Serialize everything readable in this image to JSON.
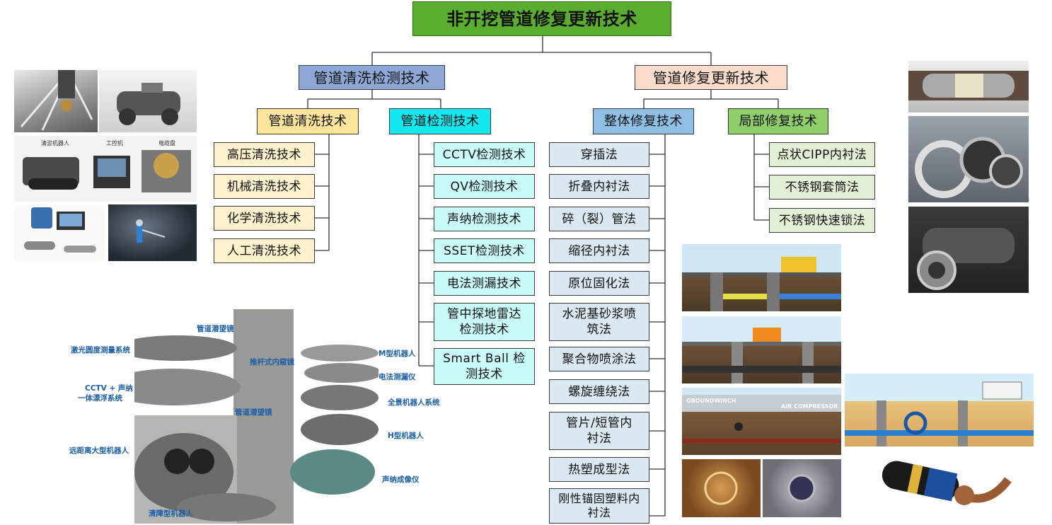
{
  "title": "非开挖管道修复更新技术",
  "branches": {
    "clean_detect": {
      "label": "管道清洗检测技术",
      "cleaning": {
        "label": "管道清洗技术",
        "items": [
          "高压清洗技术",
          "机械清洗技术",
          "化学清洗技术",
          "人工清洗技术"
        ]
      },
      "detection": {
        "label": "管道检测技术",
        "items": [
          "CCTV检测技术",
          "QV检测技术",
          "声纳检测技术",
          "SSET检测技术",
          "电法测漏技术",
          "管中探地雷达检测技术",
          "Smart Ball 检测技术"
        ]
      }
    },
    "repair": {
      "label": "管道修复更新技术",
      "whole": {
        "label": "整体修复技术",
        "items": [
          "穿插法",
          "折叠内衬法",
          "碎（裂）管法",
          "缩径内衬法",
          "原位固化法",
          "水泥基砂浆喷筑法",
          "聚合物喷涂法",
          "螺旋缠绕法",
          "管片/短管内衬法",
          "热塑成型法",
          "刚性锚固塑料内衬法"
        ]
      },
      "local": {
        "label": "局部修复技术",
        "items": [
          "点状CIPP内衬法",
          "不锈钢套筒法",
          "不锈钢快速锁法"
        ]
      }
    }
  },
  "photo_captions": {
    "device_labels": [
      "清淤机器人",
      "工控机",
      "电缆盘"
    ],
    "robot_labels": [
      "管道潜望镜",
      "激光圆度测量系统",
      "推杆式内窥镜",
      "M型机器人",
      "电法测漏仪",
      "CCTV + 声纳",
      "一体漂浮系统",
      "管道潜望镜",
      "全景机器人系统",
      "H型机器人",
      "远距离大型机器人",
      "声纳成像仪",
      "清障型机器人"
    ],
    "scene_labels": [
      "GROUNDWINCH",
      "AIR COMPRESSOR"
    ]
  }
}
